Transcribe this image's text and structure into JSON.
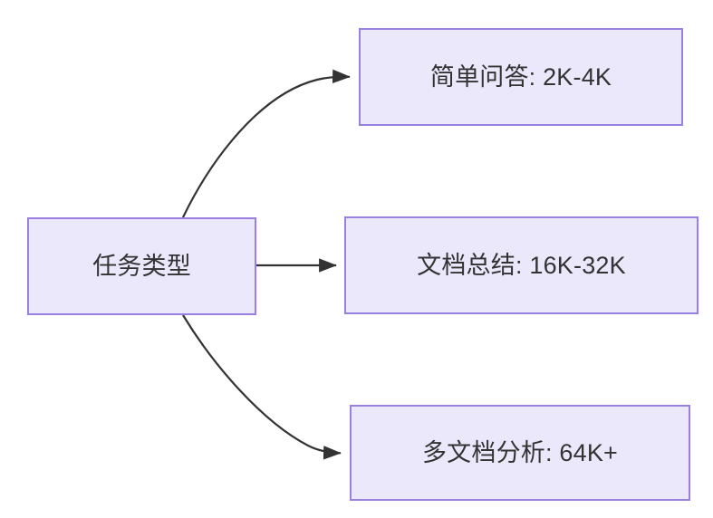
{
  "diagram": {
    "type": "flowchart",
    "direction": "left-to-right",
    "background_color": "#ffffff",
    "node_fill_color": "#eae8fa",
    "node_border_color": "#9a81e0",
    "node_text_color": "#333333",
    "edge_color": "#333333",
    "nodes": [
      {
        "id": "root",
        "label": "任务类型",
        "role": "source"
      },
      {
        "id": "simple",
        "label": "简单问答: 2K-4K",
        "role": "target"
      },
      {
        "id": "doc",
        "label": "文档总结: 16K-32K",
        "role": "target"
      },
      {
        "id": "multi",
        "label": "多文档分析: 64K+",
        "role": "target"
      }
    ],
    "edges": [
      {
        "id": "edge-root-simple",
        "from": "root",
        "to": "simple",
        "style": "curved",
        "arrowhead": "arrow-icon"
      },
      {
        "id": "edge-root-doc",
        "from": "root",
        "to": "doc",
        "style": "straight",
        "arrowhead": "arrow-icon"
      },
      {
        "id": "edge-root-multi",
        "from": "root",
        "to": "multi",
        "style": "curved",
        "arrowhead": "arrow-icon"
      }
    ]
  }
}
